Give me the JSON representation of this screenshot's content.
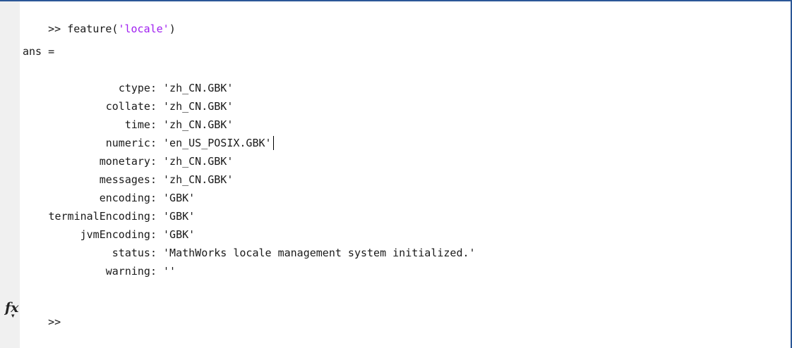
{
  "command_window": {
    "prompt": ">>",
    "command_func": "feature(",
    "command_arg": "'locale'",
    "command_close": ")",
    "ans_label": "ans =",
    "fields": [
      {
        "name": "ctype:",
        "value": "'zh_CN.GBK'"
      },
      {
        "name": "collate:",
        "value": "'zh_CN.GBK'"
      },
      {
        "name": "time:",
        "value": "'zh_CN.GBK'"
      },
      {
        "name": "numeric:",
        "value": "'en_US_POSIX.GBK'"
      },
      {
        "name": "monetary:",
        "value": "'zh_CN.GBK'"
      },
      {
        "name": "messages:",
        "value": "'zh_CN.GBK'"
      },
      {
        "name": "encoding:",
        "value": "'GBK'"
      },
      {
        "name": "terminalEncoding:",
        "value": "'GBK'"
      },
      {
        "name": "jvmEncoding:",
        "value": "'GBK'"
      },
      {
        "name": "status:",
        "value": "'MathWorks locale management system initialized.'"
      },
      {
        "name": "warning:",
        "value": "''"
      }
    ],
    "fx_label": "fx",
    "fx_dropdown": "▾",
    "next_prompt": ">>"
  },
  "colors": {
    "string_literal": "#a020f0",
    "window_border": "#2b5797",
    "gutter": "#f0f0f0"
  },
  "icons": {
    "fx": "function-browser-icon"
  }
}
